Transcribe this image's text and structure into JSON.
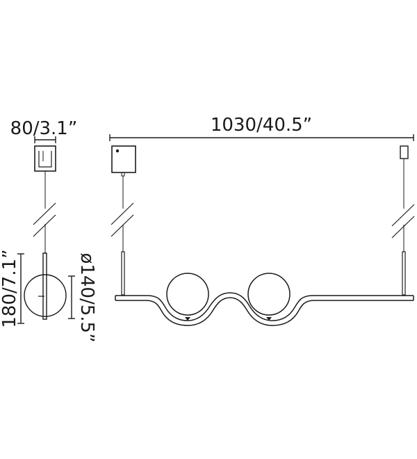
{
  "dimensions": {
    "canopy_width": "80/3.1”",
    "overall_length": "1030/40.5”",
    "height": "180/7.1”",
    "globe_diameter": "ø140/5.5”"
  },
  "colors": {
    "ink": "#1a1a1a",
    "background": "#ffffff"
  }
}
